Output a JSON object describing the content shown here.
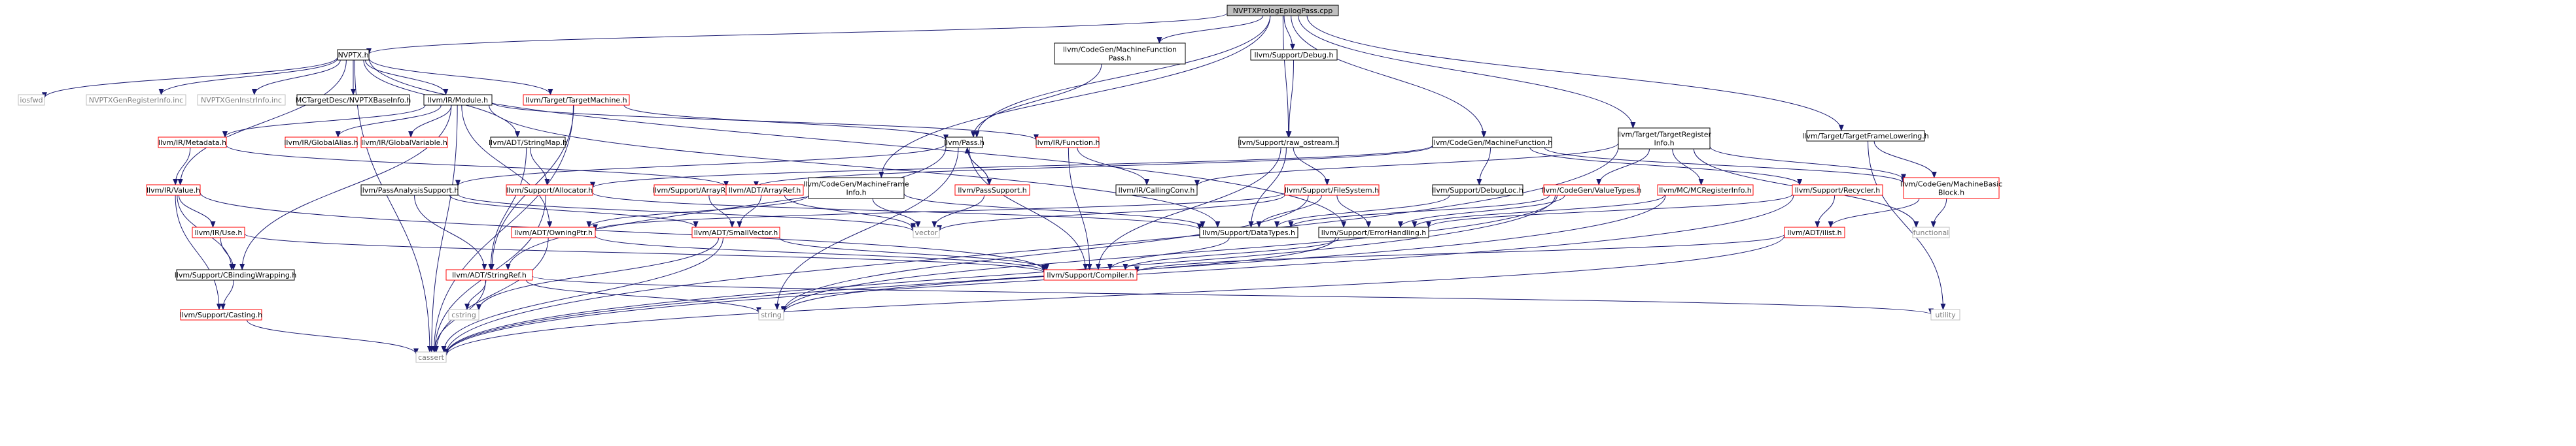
{
  "colors": {
    "edge": "#191970",
    "box_black": "#000000",
    "box_red": "#ff0000",
    "box_gray": "#bfbfbf",
    "text_black": "#000000",
    "text_gray": "#7f7f7f",
    "root_fill": "#bfbfbf"
  },
  "nodes": [
    {
      "id": "root",
      "label": "NVPTXPrologEpilogPass.cpp",
      "style": "root"
    },
    {
      "id": "nvptx",
      "label": "NVPTX.h",
      "style": "black"
    },
    {
      "id": "cgmfp",
      "label": [
        "llvm/CodeGen/MachineFunction",
        "Pass.h"
      ],
      "style": "black"
    },
    {
      "id": "debug",
      "label": "llvm/Support/Debug.h",
      "style": "black"
    },
    {
      "id": "iosfwd",
      "label": "iosfwd",
      "style": "gray"
    },
    {
      "id": "regi",
      "label": "NVPTXGenRegisterInfo.inc",
      "style": "gray"
    },
    {
      "id": "instr",
      "label": "NVPTXGenInstrInfo.inc",
      "style": "gray"
    },
    {
      "id": "mct",
      "label": "MCTargetDesc/NVPTXBaseInfo.h",
      "style": "black"
    },
    {
      "id": "module",
      "label": "llvm/IR/Module.h",
      "style": "black"
    },
    {
      "id": "tm",
      "label": "llvm/Target/TargetMachine.h",
      "style": "red"
    },
    {
      "id": "ttri",
      "label": [
        "llvm/Target/TargetRegister",
        "Info.h"
      ],
      "style": "black"
    },
    {
      "id": "tfl",
      "label": "llvm/Target/TargetFrameLowering.h",
      "style": "black"
    },
    {
      "id": "meta",
      "label": "llvm/IR/Metadata.h",
      "style": "red"
    },
    {
      "id": "galias",
      "label": "llvm/IR/GlobalAlias.h",
      "style": "red"
    },
    {
      "id": "gvar",
      "label": "llvm/IR/GlobalVariable.h",
      "style": "red"
    },
    {
      "id": "strmap",
      "label": "llvm/ADT/StringMap.h",
      "style": "black"
    },
    {
      "id": "pass",
      "label": "llvm/Pass.h",
      "style": "black"
    },
    {
      "id": "func",
      "label": "llvm/IR/Function.h",
      "style": "red"
    },
    {
      "id": "rawos",
      "label": "llvm/Support/raw_ostream.h",
      "style": "black"
    },
    {
      "id": "cgmf",
      "label": "llvm/CodeGen/MachineFunction.h",
      "style": "black"
    },
    {
      "id": "value",
      "label": "llvm/IR/Value.h",
      "style": "red"
    },
    {
      "id": "pas",
      "label": "llvm/PassAnalysisSupport.h",
      "style": "black"
    },
    {
      "id": "alloc",
      "label": "llvm/Support/Allocator.h",
      "style": "red"
    },
    {
      "id": "arec",
      "label": "llvm/Support/ArrayRecycler.h",
      "style": "red"
    },
    {
      "id": "aref",
      "label": "llvm/ADT/ArrayRef.h",
      "style": "red"
    },
    {
      "id": "cgmfi",
      "label": [
        "llvm/CodeGen/MachineFrame",
        "Info.h"
      ],
      "style": "black"
    },
    {
      "id": "passsup",
      "label": "llvm/PassSupport.h",
      "style": "red"
    },
    {
      "id": "callconv",
      "label": "llvm/IR/CallingConv.h",
      "style": "black"
    },
    {
      "id": "fsys",
      "label": "llvm/Support/FileSystem.h",
      "style": "red"
    },
    {
      "id": "dloc",
      "label": "llvm/Support/DebugLoc.h",
      "style": "black"
    },
    {
      "id": "cgvt",
      "label": "llvm/CodeGen/ValueTypes.h",
      "style": "red"
    },
    {
      "id": "mcri",
      "label": "llvm/MC/MCRegisterInfo.h",
      "style": "red"
    },
    {
      "id": "recyc",
      "label": "llvm/Support/Recycler.h",
      "style": "red"
    },
    {
      "id": "cgmbb",
      "label": [
        "llvm/CodeGen/MachineBasic",
        "Block.h"
      ],
      "style": "red"
    },
    {
      "id": "iruse",
      "label": "llvm/IR/Use.h",
      "style": "red"
    },
    {
      "id": "owning",
      "label": "llvm/ADT/OwningPtr.h",
      "style": "red"
    },
    {
      "id": "smallvec",
      "label": "llvm/ADT/SmallVector.h",
      "style": "red"
    },
    {
      "id": "vector",
      "label": "vector",
      "style": "gray"
    },
    {
      "id": "dtypes",
      "label": "llvm/Support/DataTypes.h",
      "style": "black"
    },
    {
      "id": "errh",
      "label": "llvm/Support/ErrorHandling.h",
      "style": "black"
    },
    {
      "id": "ilist",
      "label": "llvm/ADT/ilist.h",
      "style": "red"
    },
    {
      "id": "functional",
      "label": "functional",
      "style": "gray"
    },
    {
      "id": "cbind",
      "label": "llvm/Support/CBindingWrapping.h",
      "style": "black"
    },
    {
      "id": "sref",
      "label": "llvm/ADT/StringRef.h",
      "style": "red"
    },
    {
      "id": "compiler",
      "label": "llvm/Support/Compiler.h",
      "style": "red"
    },
    {
      "id": "casting",
      "label": "llvm/Support/Casting.h",
      "style": "red"
    },
    {
      "id": "cstring",
      "label": "cstring",
      "style": "gray"
    },
    {
      "id": "string",
      "label": "string",
      "style": "gray"
    },
    {
      "id": "utility",
      "label": "utility",
      "style": "gray"
    },
    {
      "id": "cassert",
      "label": "cassert",
      "style": "gray"
    }
  ]
}
